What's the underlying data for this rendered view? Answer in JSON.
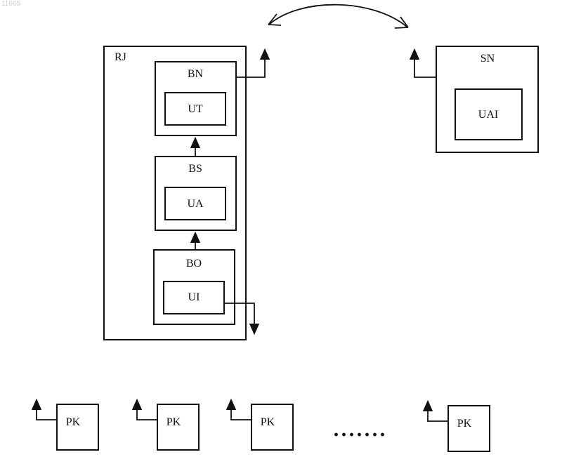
{
  "corner_id": "11665",
  "rj": {
    "label": "RJ"
  },
  "bn": {
    "label": "BN",
    "inner": "UT"
  },
  "bs": {
    "label": "BS",
    "inner": "UA"
  },
  "bo": {
    "label": "BO",
    "inner": "UI"
  },
  "sn": {
    "label": "SN",
    "inner": "UAI"
  },
  "pk_nodes": [
    "PK",
    "PK",
    "PK",
    "PK"
  ],
  "ellipsis": "·······"
}
